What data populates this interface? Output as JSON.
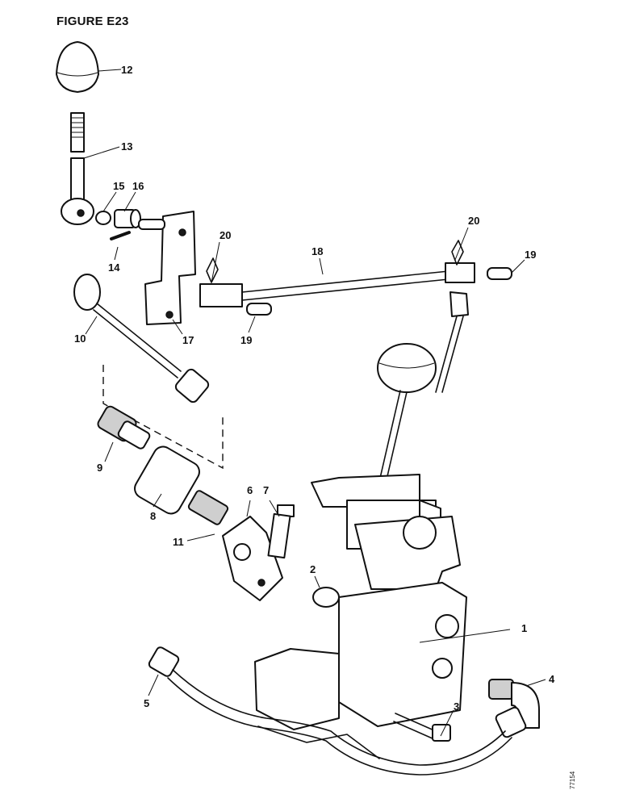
{
  "figure": {
    "title": "FIGURE E23",
    "reference": "77154"
  },
  "callouts": [
    {
      "id": "1",
      "text": "1"
    },
    {
      "id": "2",
      "text": "2"
    },
    {
      "id": "3",
      "text": "3"
    },
    {
      "id": "4",
      "text": "4"
    },
    {
      "id": "5",
      "text": "5"
    },
    {
      "id": "6",
      "text": "6"
    },
    {
      "id": "7",
      "text": "7"
    },
    {
      "id": "8",
      "text": "8"
    },
    {
      "id": "9",
      "text": "9"
    },
    {
      "id": "10",
      "text": "10"
    },
    {
      "id": "11",
      "text": "11"
    },
    {
      "id": "12",
      "text": "12"
    },
    {
      "id": "13",
      "text": "13"
    },
    {
      "id": "14",
      "text": "14"
    },
    {
      "id": "15",
      "text": "15"
    },
    {
      "id": "16",
      "text": "16"
    },
    {
      "id": "17",
      "text": "17"
    },
    {
      "id": "18",
      "text": "18"
    },
    {
      "id": "19a",
      "text": "19"
    },
    {
      "id": "19b",
      "text": "19"
    },
    {
      "id": "20a",
      "text": "20"
    },
    {
      "id": "20b",
      "text": "20"
    }
  ]
}
